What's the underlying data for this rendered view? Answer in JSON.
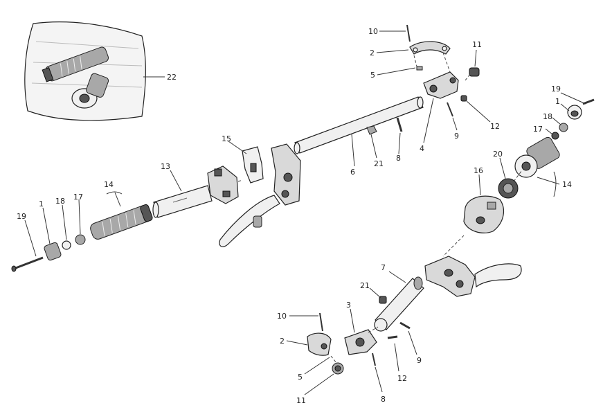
{
  "labels": {
    "l22": "22",
    "l10a": "10",
    "l2a": "2",
    "l5a": "5",
    "l11a": "11",
    "l12a": "12",
    "l9a": "9",
    "l4": "4",
    "l19a": "19",
    "l1a": "1",
    "l18a": "18",
    "l17a": "17",
    "l14a": "14",
    "l20": "20",
    "l16a": "16",
    "l15": "15",
    "l13": "13",
    "l6": "6",
    "l21a": "21",
    "l8a": "8",
    "l14b": "14",
    "l19b": "19",
    "l1b": "1",
    "l18b": "18",
    "l17b": "17",
    "l7": "7",
    "l21b": "21",
    "l3": "3",
    "l10b": "10",
    "l2b": "2",
    "l5b": "5",
    "l11b": "11",
    "l12b": "12",
    "l9b": "9",
    "l8b": "8"
  }
}
